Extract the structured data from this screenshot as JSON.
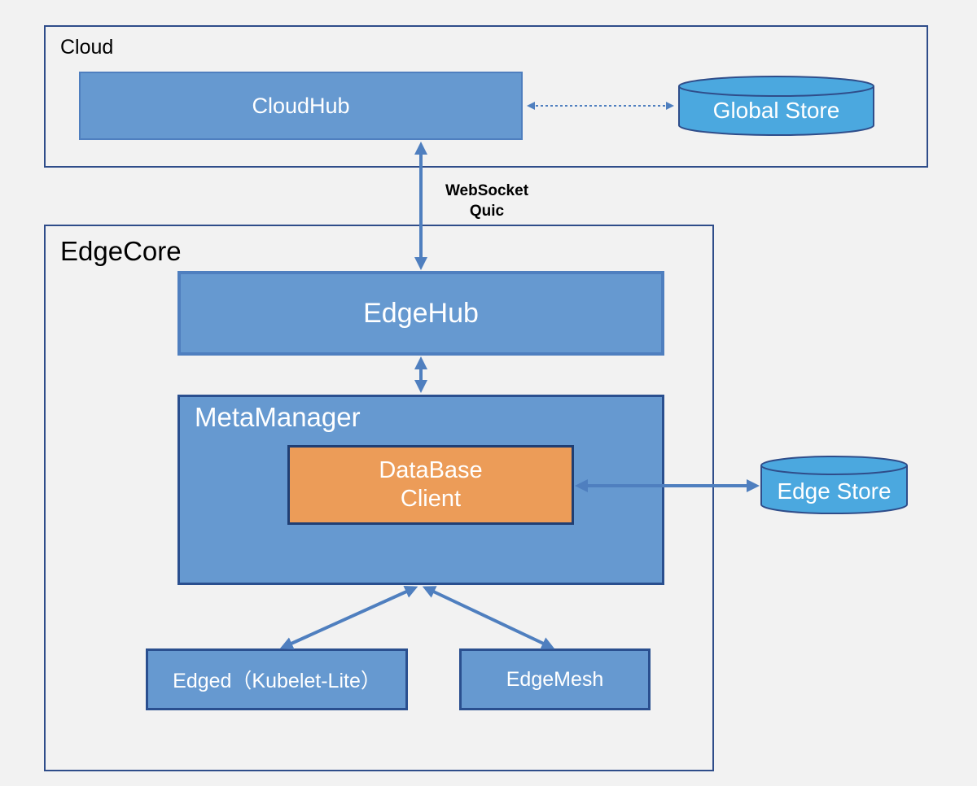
{
  "cloud": {
    "title": "Cloud",
    "cloudhub": "CloudHub",
    "global_store": "Global Store"
  },
  "link": {
    "line1": "WebSocket",
    "line2": "Quic"
  },
  "edgecore": {
    "title": "EdgeCore",
    "edgehub": "EdgeHub",
    "metamanager": "MetaManager",
    "database_client_line1": "DataBase",
    "database_client_line2": "Client",
    "edged": "Edged（Kubelet-Lite）",
    "edgemesh": "EdgeMesh"
  },
  "edge_store": "Edge Store",
  "colors": {
    "box_fill": "#6699d0",
    "frame_border": "#2f4d8a",
    "cylinder_fill": "#4ba8df",
    "orange_fill": "#ec9c58",
    "arrow": "#4f7fbf"
  }
}
